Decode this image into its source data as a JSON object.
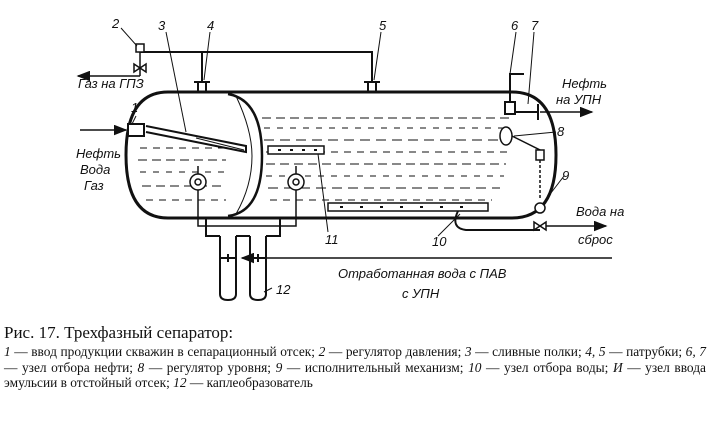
{
  "labels": {
    "gas_out": "Газ на ГПЗ",
    "oil_out_1": "Нефть",
    "oil_out_2": "на УПН",
    "feed_1": "Нефть",
    "feed_2": "Вода",
    "feed_3": "Газ",
    "water_out_1": "Вода на",
    "water_out_2": "сброс",
    "spent_water_1": "Отработанная вода с ПАВ",
    "spent_water_2": "с УПН"
  },
  "numbers": {
    "n1": "1",
    "n2": "2",
    "n3": "3",
    "n4": "4",
    "n5": "5",
    "n6": "6",
    "n7": "7",
    "n8": "8",
    "n9": "9",
    "n10": "10",
    "n11": "11",
    "n12": "12"
  },
  "caption": {
    "title": "Рис. 17. Трехфазный сепаратор:",
    "items": [
      {
        "num": "1",
        "text": " — ввод продукции скважин в сепарационный отсек; "
      },
      {
        "num": "2",
        "text": " — регулятор давления; "
      },
      {
        "num": "3",
        "text": " — сливные полки; "
      },
      {
        "num": "4, 5",
        "text": " — патрубки; "
      },
      {
        "num": "6, 7",
        "text": " — узел отбора нефти; "
      },
      {
        "num": "8",
        "text": " — регулятор уровня; "
      },
      {
        "num": "9",
        "text": " — исполнительный механизм; "
      },
      {
        "num": "10",
        "text": " — узел отбора воды; "
      },
      {
        "num": "И",
        "text": " — узел ввода эмульсии в отстойный отсек; "
      },
      {
        "num": "12",
        "text": " — каплеобразователь"
      }
    ]
  }
}
